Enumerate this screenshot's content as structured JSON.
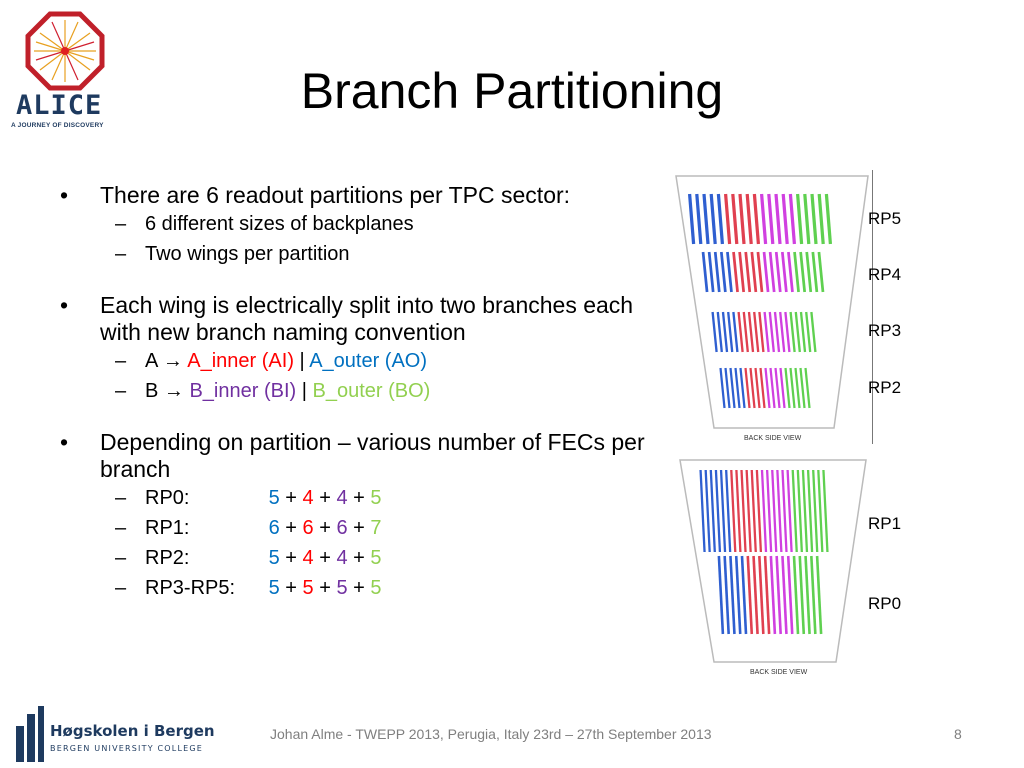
{
  "logo": {
    "name": "ALICE",
    "tagline": "A JOURNEY OF DISCOVERY"
  },
  "title": "Branch Partitioning",
  "bullets": [
    {
      "text": "There are 6 readout partitions per TPC sector:",
      "sub": [
        "6 different sizes of backplanes",
        "Two wings per partition"
      ]
    },
    {
      "text": "Each wing is electrically split into two branches each with new branch naming convention",
      "sub_a": {
        "prefix": "A",
        "arrow": "→",
        "inner": "A_inner (AI)",
        "sep": "|",
        "outer": "A_outer (AO)"
      },
      "sub_b": {
        "prefix": "B",
        "arrow": "→",
        "inner": "B_inner (BI)",
        "sep": "|",
        "outer": "B_outer (BO)"
      }
    },
    {
      "text": "Depending on partition – various number of FECs per branch",
      "rows": [
        {
          "name": "RP0:",
          "v": [
            "5",
            "4",
            "4",
            "5"
          ]
        },
        {
          "name": "RP1:",
          "v": [
            "6",
            "6",
            "6",
            "7"
          ]
        },
        {
          "name": "RP2:",
          "v": [
            "5",
            "4",
            "4",
            "5"
          ]
        },
        {
          "name": "RP3-RP5:",
          "v": [
            "5",
            "5",
            "5",
            "5"
          ]
        }
      ]
    }
  ],
  "plus": "+",
  "dash": "–",
  "bullet_char": "•",
  "figure_labels": {
    "back_side_view": "BACK SIDE VIEW",
    "rp": [
      "RP5",
      "RP4",
      "RP3",
      "RP2",
      "RP1",
      "RP0"
    ]
  },
  "footer": "Johan Alme - TWEPP 2013, Perugia, Italy 23rd – 27th September 2013",
  "page_number": "8",
  "college": {
    "name": "Høgskolen i Bergen",
    "sub": "BERGEN UNIVERSITY COLLEGE"
  },
  "colors": {
    "blue": "#2f5fd0",
    "red": "#e04050",
    "purple": "#d040e0",
    "green": "#5fd050"
  }
}
